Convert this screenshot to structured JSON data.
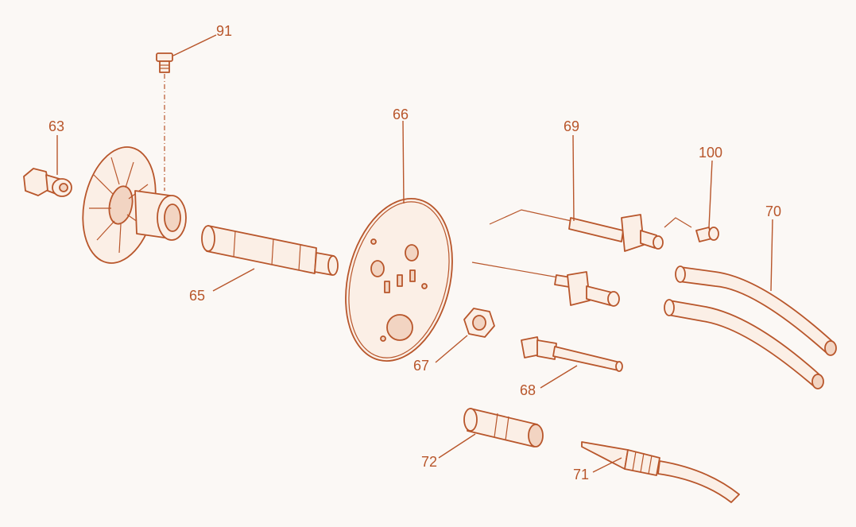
{
  "accent_color": "#b8562b",
  "callouts": {
    "p91": "91",
    "p63": "63",
    "p66": "66",
    "p69": "69",
    "p100": "100",
    "p70": "70",
    "p65": "65",
    "p67": "67",
    "p68": "68",
    "p72": "72",
    "p71": "71"
  }
}
